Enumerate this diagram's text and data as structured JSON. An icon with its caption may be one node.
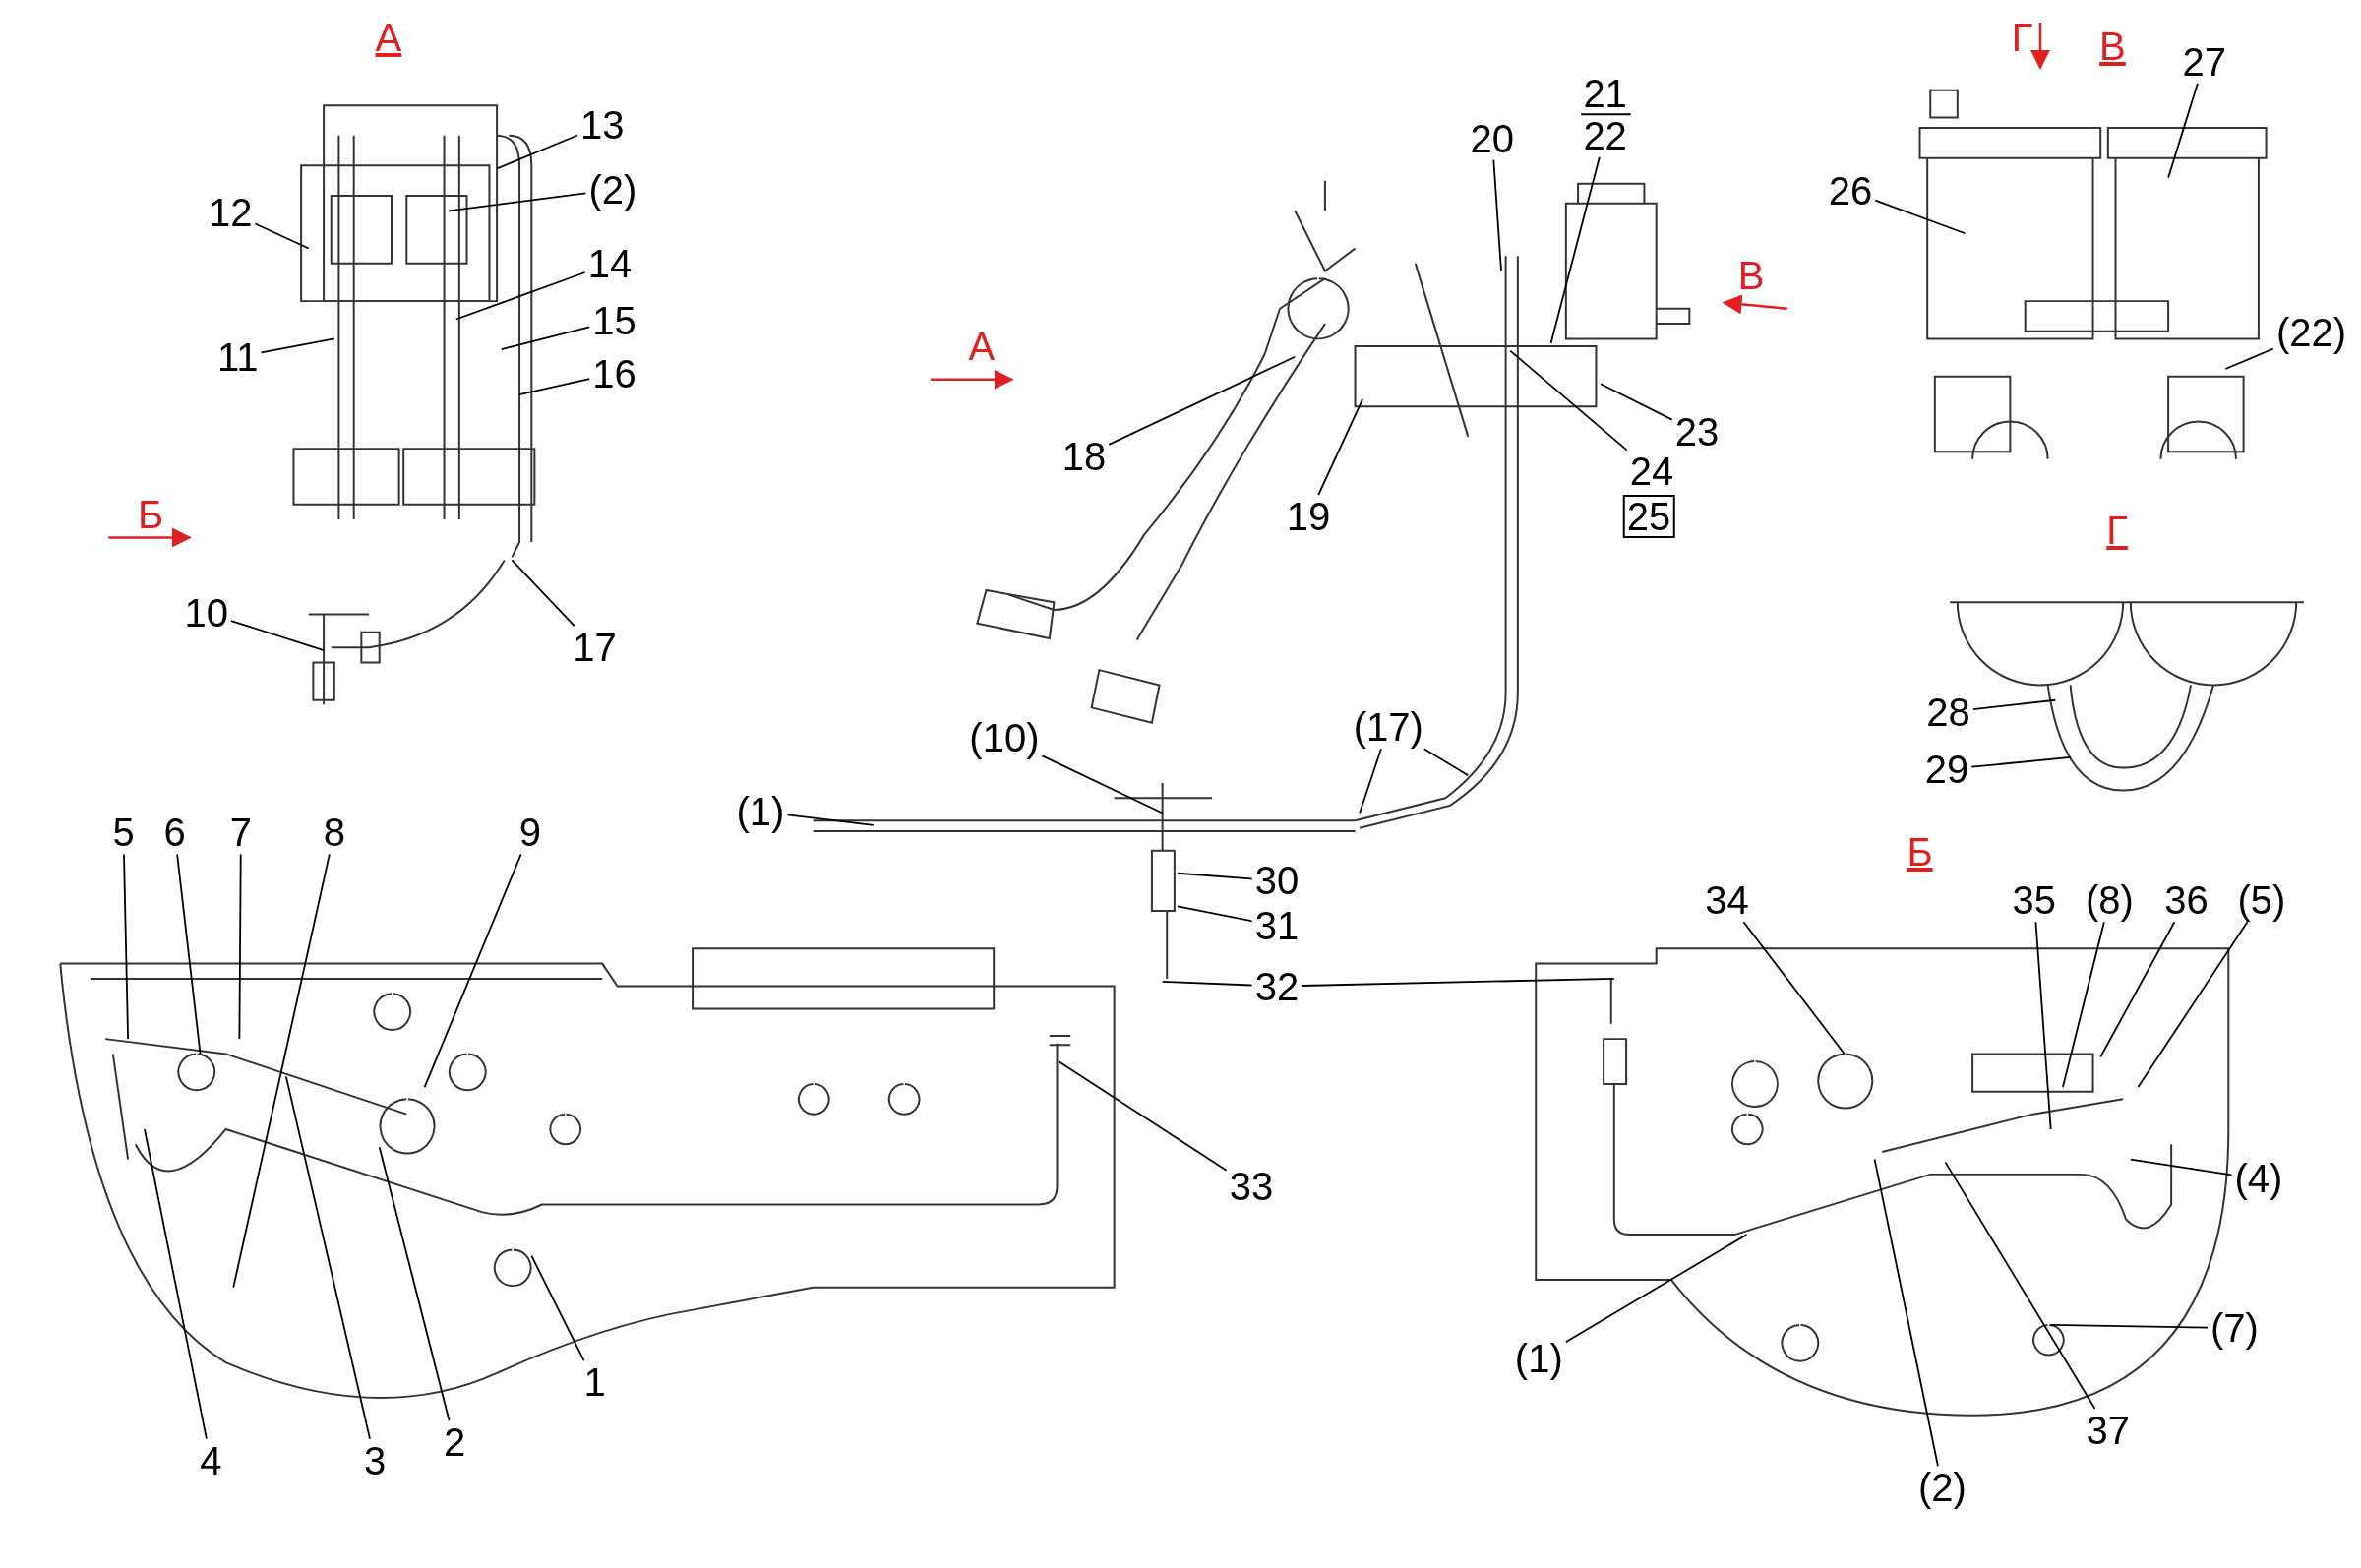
{
  "diagram": {
    "nodes": [
      {
        "text": [
          "13"
        ]
      },
      {
        "text": [
          "(2)"
        ]
      },
      {
        "text": [
          "12"
        ]
      },
      {
        "text": [
          "14"
        ]
      },
      {
        "text": [
          "11"
        ]
      },
      {
        "text": [
          "15"
        ]
      },
      {
        "text": [
          "16"
        ]
      },
      {
        "text": [
          "10"
        ]
      },
      {
        "text": [
          "17"
        ]
      },
      {
        "text": [
          "20"
        ]
      },
      {
        "text": [
          "22"
        ]
      },
      {
        "text": [
          "18"
        ]
      },
      {
        "text": [
          "19"
        ]
      },
      {
        "text": [
          "23"
        ]
      },
      {
        "text": [
          "24"
        ]
      },
      {
        "text": [
          "(10)"
        ]
      },
      {
        "text": [
          "(17)"
        ]
      },
      {
        "text": [
          "(1)"
        ]
      },
      {
        "text": [
          "30"
        ]
      },
      {
        "text": [
          "31"
        ]
      },
      {
        "text": [
          "32"
        ]
      },
      {
        "text": [
          "33"
        ]
      },
      {
        "text": [
          "26"
        ]
      },
      {
        "text": [
          "27"
        ]
      },
      {
        "text": [
          "(22)"
        ]
      },
      {
        "text": [
          "28"
        ]
      },
      {
        "text": [
          "29"
        ]
      },
      {
        "text": [
          "5"
        ]
      },
      {
        "text": [
          "6"
        ]
      },
      {
        "text": [
          "7"
        ]
      },
      {
        "text": [
          "8"
        ]
      },
      {
        "text": [
          "9"
        ]
      },
      {
        "text": [
          "34"
        ]
      },
      {
        "text": [
          "35"
        ]
      },
      {
        "text": [
          "(8)"
        ]
      },
      {
        "text": [
          "36"
        ]
      },
      {
        "text": [
          "(5)"
        ]
      },
      {
        "text": [
          "(4)"
        ]
      },
      {
        "text": [
          "4"
        ]
      },
      {
        "text": [
          "3"
        ]
      },
      {
        "text": [
          "2"
        ]
      },
      {
        "text": [
          "1"
        ]
      },
      {
        "text": [
          "(7)"
        ]
      },
      {
        "text": [
          "(1)"
        ]
      },
      {
        "text": [
          "37"
        ]
      },
      {
        "text": [
          "(2)"
        ]
      }
    ],
    "edges": [
      {
        "from": 0,
        "to": null,
        "arrow": "none"
      },
      {
        "from": 1,
        "to": null,
        "arrow": "none"
      },
      {
        "from": 2,
        "to": null,
        "arrow": "none"
      },
      {
        "from": 3,
        "to": null,
        "arrow": "none"
      },
      {
        "from": 4,
        "to": null,
        "arrow": "none"
      },
      {
        "from": 5,
        "to": null,
        "arrow": "none"
      },
      {
        "from": 6,
        "to": null,
        "arrow": "none"
      },
      {
        "from": 7,
        "to": null,
        "arrow": "none"
      },
      {
        "from": 8,
        "to": null,
        "arrow": "none"
      },
      {
        "from": 9,
        "to": null,
        "arrow": "none"
      },
      {
        "from": 10,
        "to": null,
        "arrow": "none"
      },
      {
        "from": 11,
        "to": null,
        "arrow": "none"
      },
      {
        "from": 12,
        "to": null,
        "arrow": "none"
      },
      {
        "from": 13,
        "to": null,
        "arrow": "none"
      },
      {
        "from": 14,
        "to": null,
        "arrow": "none"
      },
      {
        "from": 15,
        "to": null,
        "arrow": "none"
      },
      {
        "from": 16,
        "to": null,
        "arrow": "none"
      },
      {
        "from": 16,
        "to": null,
        "arrow": "none"
      },
      {
        "from": 17,
        "to": null,
        "arrow": "none"
      },
      {
        "from": 18,
        "to": null,
        "arrow": "none"
      },
      {
        "from": 19,
        "to": null,
        "arrow": "none"
      },
      {
        "from": 20,
        "to": null,
        "arrow": "none"
      },
      {
        "from": 20,
        "to": null,
        "arrow": "none"
      },
      {
        "from": 21,
        "to": null,
        "arrow": "none"
      },
      {
        "from": 22,
        "to": null,
        "arrow": "none"
      },
      {
        "from": 23,
        "to": null,
        "arrow": "none"
      },
      {
        "from": 24,
        "to": null,
        "arrow": "none"
      },
      {
        "from": 25,
        "to": null,
        "arrow": "none"
      },
      {
        "from": 26,
        "to": null,
        "arrow": "none"
      },
      {
        "from": 27,
        "to": null,
        "arrow": "none"
      },
      {
        "from": 28,
        "to": null,
        "arrow": "none"
      },
      {
        "from": 29,
        "to": null,
        "arrow": "none"
      },
      {
        "from": 30,
        "to": null,
        "arrow": "none"
      },
      {
        "from": 31,
        "to": null,
        "arrow": "none"
      },
      {
        "from": 32,
        "to": null,
        "arrow": "none"
      },
      {
        "from": 33,
        "to": null,
        "arrow": "none"
      },
      {
        "from": 34,
        "to": null,
        "arrow": "none"
      },
      {
        "from": 35,
        "to": null,
        "arrow": "none"
      },
      {
        "from": 36,
        "to": null,
        "arrow": "none"
      },
      {
        "from": 37,
        "to": null,
        "arrow": "none"
      },
      {
        "from": 38,
        "to": null,
        "arrow": "none"
      },
      {
        "from": 39,
        "to": null,
        "arrow": "none"
      },
      {
        "from": 40,
        "to": null,
        "arrow": "none"
      },
      {
        "from": 41,
        "to": null,
        "arrow": "none"
      },
      {
        "from": 42,
        "to": null,
        "arrow": "none"
      },
      {
        "from": 43,
        "to": null,
        "arrow": "none"
      },
      {
        "from": 44,
        "to": null,
        "arrow": "none"
      },
      {
        "from": 45,
        "to": null,
        "arrow": "none"
      }
    ],
    "labels": [
      "А",
      "Г",
      "В",
      "21",
      "В",
      "А",
      "Б",
      "25",
      "Г",
      "Б"
    ]
  }
}
